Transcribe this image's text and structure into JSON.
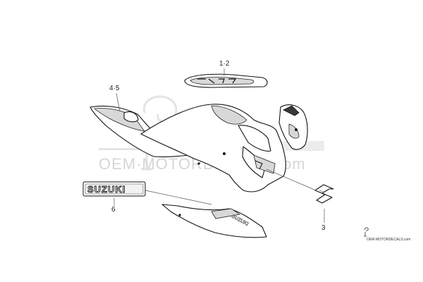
{
  "callouts": {
    "c12": "1·2",
    "c45": "4·5",
    "c6": "6",
    "c3": "3"
  },
  "emblem": {
    "brand": "SUZUKI",
    "side_mark": "SUZUKI"
  },
  "watermark": {
    "main": "OEM·MOTORDECALS.com",
    "small": "OEM·MOTORDECALS.com"
  },
  "colors": {
    "line": "#111111",
    "watermark": "#d6d6d6"
  }
}
